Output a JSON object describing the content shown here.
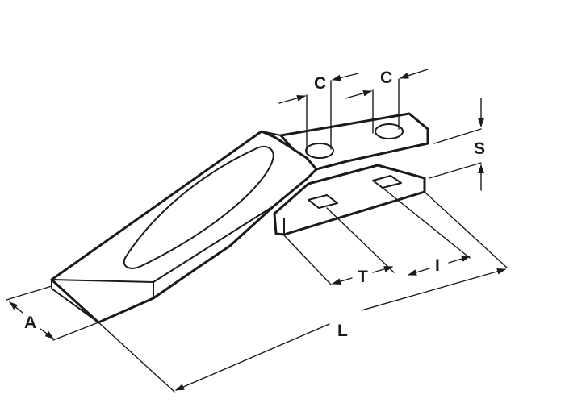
{
  "dimensions": {
    "c_left": "C",
    "c_right": "C",
    "s": "S",
    "t": "T",
    "i": "I",
    "l": "L",
    "a": "A"
  }
}
